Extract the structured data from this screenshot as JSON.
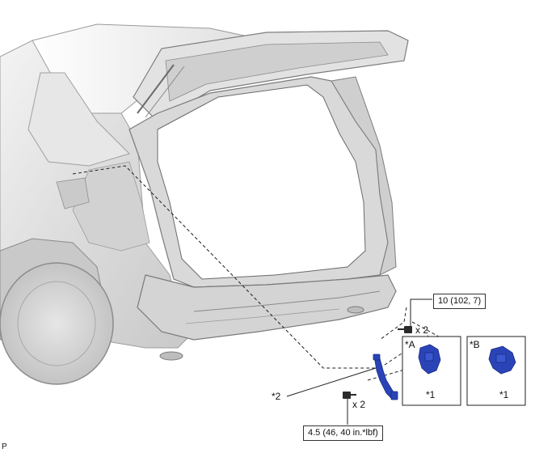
{
  "labels": {
    "part_1a": "*1",
    "part_1b": "*1",
    "part_2": "*2",
    "view_a": "*A",
    "view_b": "*B",
    "qty_upper": "x 2",
    "qty_lower": "x 2",
    "torque_upper": "10 (102, 7)",
    "torque_lower": "4.5 (46, 40 in.*lbf)",
    "corner_mark": "P"
  },
  "colors": {
    "part_blue": "#2a44b8",
    "part_dark": "#1a2a80",
    "body_shade": "#d6d6d6",
    "line": "#222222"
  }
}
